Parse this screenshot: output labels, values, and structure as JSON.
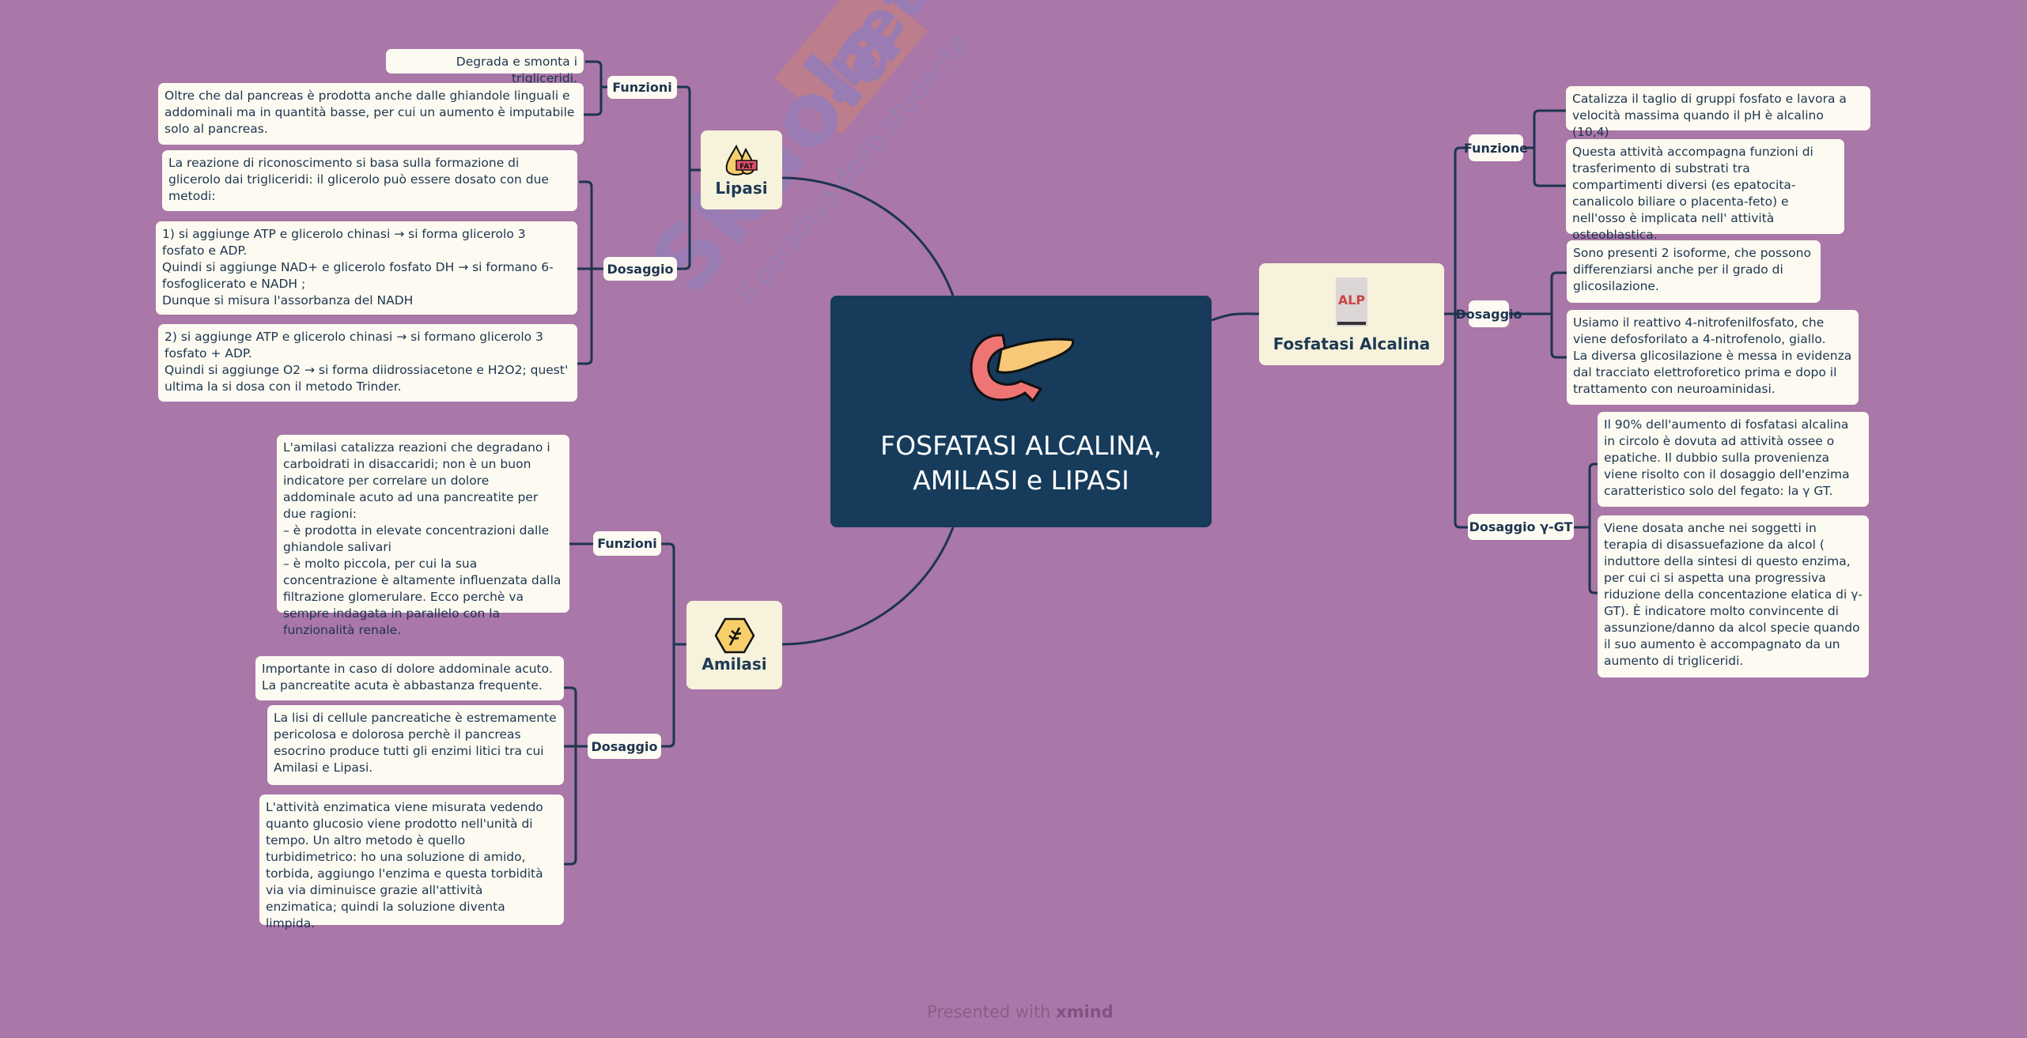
{
  "center": {
    "title": "FOSFATASI ALCALINA,\nAMILASI e LIPASI",
    "icon": "pancreas-icon"
  },
  "watermark": {
    "text": "Skuola.net",
    "tagline": "il paradiso dello studente"
  },
  "lipasi": {
    "title": "Lipasi",
    "icon": "fat-drops-icon",
    "icon_text": "FAT",
    "funzioni": {
      "label": "Funzioni",
      "items": [
        "Degrada e smonta i trigliceridi.",
        "Oltre che dal pancreas è prodotta anche dalle ghiandole linguali e addominali ma in quantità basse, per cui un aumento è imputabile solo al pancreas."
      ]
    },
    "dosaggio": {
      "label": "Dosaggio",
      "items": [
        "La reazione di riconoscimento si basa sulla formazione di glicerolo dai trigliceridi: il glicerolo può essere dosato con due metodi:",
        "1) si aggiunge ATP e glicerolo chinasi → si forma glicerolo 3 fosfato e ADP.\nQuindi si aggiunge NAD+ e glicerolo fosfato DH → si formano 6-fosfoglicerato e NADH ;\nDunque si misura l'assorbanza del NADH",
        "2) si aggiunge ATP e glicerolo chinasi → si formano glicerolo 3 fosfato + ADP.\nQuindi si aggiunge O2 → si forma diidrossiacetone e H2O2; quest' ultima la si dosa con il metodo Trinder."
      ]
    }
  },
  "amilasi": {
    "title": "Amilasi",
    "icon": "wheat-hexagon-icon",
    "funzioni": {
      "label": "Funzioni",
      "items": [
        "L'amilasi catalizza reazioni che degradano i carboidrati in disaccaridi; non è un buon indicatore per correlare un dolore addominale acuto ad una pancreatite per due ragioni:\n– è prodotta in elevate concentrazioni dalle ghiandole salivari\n– è molto piccola, per cui la sua concentrazione è altamente influenzata dalla filtrazione glomerulare. Ecco perchè va sempre indagata in parallelo con la funzionalità renale."
      ]
    },
    "dosaggio": {
      "label": "Dosaggio",
      "items": [
        "Importante in caso di dolore addominale acuto. La pancreatite acuta è abbastanza frequente.",
        "La lisi di cellule pancreatiche è estremamente pericolosa e dolorosa perchè il pancreas esocrino produce tutti gli enzimi litici tra cui Amilasi e Lipasi.",
        "L'attività enzimatica viene misurata vedendo quanto glucosio viene prodotto nell'unità di tempo. Un altro metodo è quello turbidimetrico: ho una soluzione di amido, torbida, aggiungo l'enzima e questa torbidità via via diminuisce grazie all'attività enzimatica; quindi la soluzione diventa limpida."
      ]
    }
  },
  "fosfatasi": {
    "title": "Fosfatasi Alcalina",
    "icon": "alp-poster-icon",
    "icon_text": "ALP",
    "funzione": {
      "label": "Funzione",
      "items": [
        "Catalizza il taglio di gruppi fosfato e lavora a velocità massima quando il pH è alcalino (10,4)",
        "Questa attività accompagna funzioni di trasferimento di substrati tra compartimenti diversi (es epatocita-canalicolo biliare o placenta-feto) e nell'osso è implicata nell' attività osteoblastica."
      ]
    },
    "dosaggio": {
      "label": "Dosaggio",
      "items": [
        "Sono presenti 2 isoforme, che possono differenziarsi anche per il grado di glicosilazione.",
        "Usiamo il reattivo 4-nitrofenilfosfato, che viene defosforilato a 4-nitrofenolo, giallo.\nLa diversa glicosilazione è messa in evidenza dal tracciato elettroforetico prima e dopo il trattamento con neuroaminidasi."
      ]
    },
    "dosaggio_gt": {
      "label": "Dosaggio γ-GT",
      "items": [
        "Il 90% dell'aumento di fosfatasi alcalina in circolo è dovuta ad attività ossee o epatiche. Il dubbio sulla provenienza viene risolto con il dosaggio dell'enzima caratteristico solo del fegato: la γ GT.",
        "Viene dosata anche nei soggetti in terapia di disassuefazione da alcol ( induttore della sintesi di questo enzima, per cui ci si aspetta una progressiva riduzione della concentazione elatica di γ-GT). È indicatore molto convincente di assunzione/danno da alcol specie quando il suo aumento è accompagnato da un aumento di trigliceridi."
      ]
    }
  },
  "footer": {
    "prefix": "Presented with ",
    "brand": "xmind"
  },
  "colors": {
    "background": "#a977a8",
    "center": "#163b5b",
    "line": "#1d3450",
    "leaf": "#fdfbf1",
    "node": "#f7f2dc"
  }
}
